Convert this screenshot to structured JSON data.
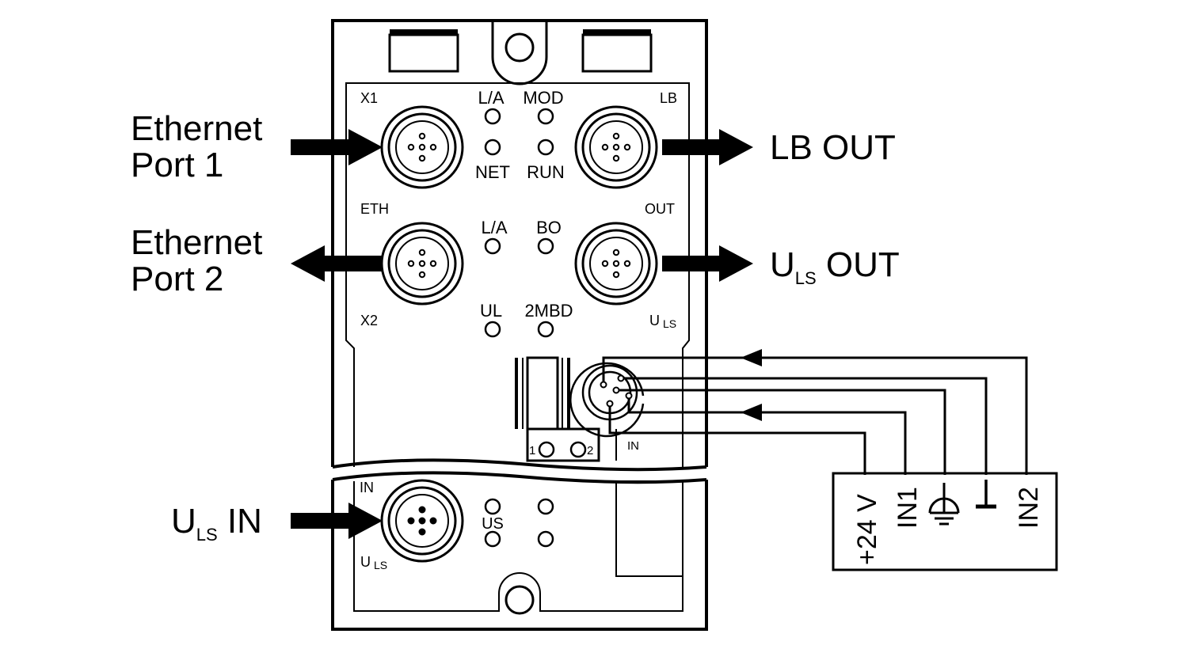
{
  "external_labels": {
    "eth_port1_line1": "Ethernet",
    "eth_port1_line2": "Port 1",
    "eth_port2_line1": "Ethernet",
    "eth_port2_line2": "Port 2",
    "lb_out": "LB OUT",
    "uls_out_main": "U",
    "uls_out_sub": "LS",
    "uls_out_rest": " OUT",
    "uls_in_main": "U",
    "uls_in_sub": "LS",
    "uls_in_rest": " IN"
  },
  "device_labels": {
    "x1": "X1",
    "lb": "LB",
    "eth": "ETH",
    "out": "OUT",
    "x2": "X2",
    "uls_main": "U",
    "uls_sub": "LS",
    "in_connector": "IN",
    "in_lower": "IN",
    "uls2_main": "U",
    "uls2_sub": "LS",
    "jumper_1": "1",
    "jumper_2": "2"
  },
  "leds": {
    "la_top": "L/A",
    "mod": "MOD",
    "net": "NET",
    "run": "RUN",
    "la_mid": "L/A",
    "bo": "BO",
    "ul": "UL",
    "mbd": "2MBD",
    "us": "US"
  },
  "terminal_block": {
    "terminals": [
      "+24 V",
      "IN1",
      "",
      "",
      "IN2"
    ],
    "icons": [
      "earth-ground-icon",
      "ground-icon"
    ]
  }
}
